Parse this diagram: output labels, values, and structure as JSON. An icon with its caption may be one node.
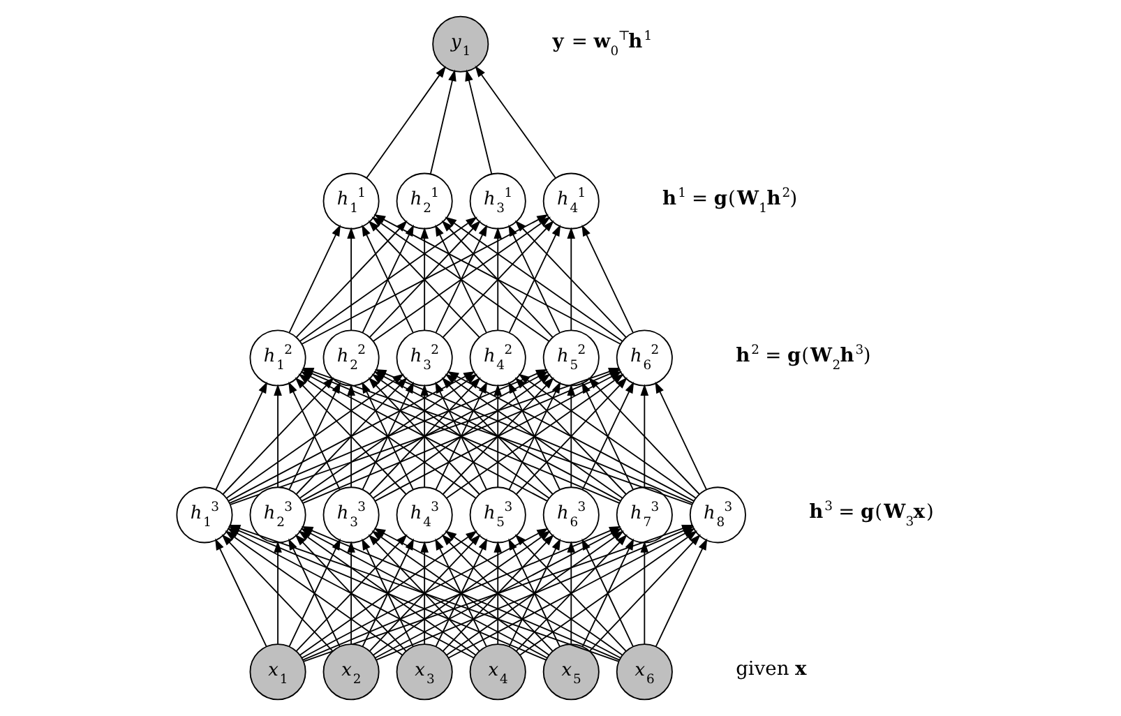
{
  "diagram": {
    "nodes": [
      {
        "text": [
          "y$_{1}$"
        ]
      },
      {
        "text": [
          "h$_{1}$$^{1}$"
        ]
      },
      {
        "text": [
          "h$_{2}$$^{1}$"
        ]
      },
      {
        "text": [
          "h$_{3}$$^{1}$"
        ]
      },
      {
        "text": [
          "h$_{4}$$^{1}$"
        ]
      },
      {
        "text": [
          "h$_{1}$$^{2}$"
        ]
      },
      {
        "text": [
          "h$_{2}$$^{2}$"
        ]
      },
      {
        "text": [
          "h$_{3}$$^{2}$"
        ]
      },
      {
        "text": [
          "h$_{4}$$^{2}$"
        ]
      },
      {
        "text": [
          "h$_{5}$$^{2}$"
        ]
      },
      {
        "text": [
          "h$_{6}$$^{2}$"
        ]
      },
      {
        "text": [
          "h$_{1}$$^{3}$"
        ]
      },
      {
        "text": [
          "h$_{2}$$^{3}$"
        ]
      },
      {
        "text": [
          "h$_{3}$$^{3}$"
        ]
      },
      {
        "text": [
          "h$_{4}$$^{3}$"
        ]
      },
      {
        "text": [
          "h$_{5}$$^{3}$"
        ]
      },
      {
        "text": [
          "h$_{6}$$^{3}$"
        ]
      },
      {
        "text": [
          "h$_{7}$$^{3}$"
        ]
      },
      {
        "text": [
          "h$_{8}$$^{3}$"
        ]
      },
      {
        "text": [
          "x$_{1}$"
        ]
      },
      {
        "text": [
          "x$_{2}$"
        ]
      },
      {
        "text": [
          "x$_{3}$"
        ]
      },
      {
        "text": [
          "x$_{4}$"
        ]
      },
      {
        "text": [
          "x$_{5}$"
        ]
      },
      {
        "text": [
          "x$_{6}$"
        ]
      }
    ],
    "edges": [
      {
        "from": 19,
        "to": 11,
        "arrow": "to"
      },
      {
        "from": 19,
        "to": 12,
        "arrow": "to"
      },
      {
        "from": 19,
        "to": 13,
        "arrow": "to"
      },
      {
        "from": 19,
        "to": 14,
        "arrow": "to"
      },
      {
        "from": 19,
        "to": 15,
        "arrow": "to"
      },
      {
        "from": 19,
        "to": 16,
        "arrow": "to"
      },
      {
        "from": 19,
        "to": 17,
        "arrow": "to"
      },
      {
        "from": 19,
        "to": 18,
        "arrow": "to"
      },
      {
        "from": 20,
        "to": 11,
        "arrow": "to"
      },
      {
        "from": 20,
        "to": 12,
        "arrow": "to"
      },
      {
        "from": 20,
        "to": 13,
        "arrow": "to"
      },
      {
        "from": 20,
        "to": 14,
        "arrow": "to"
      },
      {
        "from": 20,
        "to": 15,
        "arrow": "to"
      },
      {
        "from": 20,
        "to": 16,
        "arrow": "to"
      },
      {
        "from": 20,
        "to": 17,
        "arrow": "to"
      },
      {
        "from": 20,
        "to": 18,
        "arrow": "to"
      },
      {
        "from": 21,
        "to": 11,
        "arrow": "to"
      },
      {
        "from": 21,
        "to": 12,
        "arrow": "to"
      },
      {
        "from": 21,
        "to": 13,
        "arrow": "to"
      },
      {
        "from": 21,
        "to": 14,
        "arrow": "to"
      },
      {
        "from": 21,
        "to": 15,
        "arrow": "to"
      },
      {
        "from": 21,
        "to": 16,
        "arrow": "to"
      },
      {
        "from": 21,
        "to": 17,
        "arrow": "to"
      },
      {
        "from": 21,
        "to": 18,
        "arrow": "to"
      },
      {
        "from": 22,
        "to": 11,
        "arrow": "to"
      },
      {
        "from": 22,
        "to": 12,
        "arrow": "to"
      },
      {
        "from": 22,
        "to": 13,
        "arrow": "to"
      },
      {
        "from": 22,
        "to": 14,
        "arrow": "to"
      },
      {
        "from": 22,
        "to": 15,
        "arrow": "to"
      },
      {
        "from": 22,
        "to": 16,
        "arrow": "to"
      },
      {
        "from": 22,
        "to": 17,
        "arrow": "to"
      },
      {
        "from": 22,
        "to": 18,
        "arrow": "to"
      },
      {
        "from": 23,
        "to": 11,
        "arrow": "to"
      },
      {
        "from": 23,
        "to": 12,
        "arrow": "to"
      },
      {
        "from": 23,
        "to": 13,
        "arrow": "to"
      },
      {
        "from": 23,
        "to": 14,
        "arrow": "to"
      },
      {
        "from": 23,
        "to": 15,
        "arrow": "to"
      },
      {
        "from": 23,
        "to": 16,
        "arrow": "to"
      },
      {
        "from": 23,
        "to": 17,
        "arrow": "to"
      },
      {
        "from": 23,
        "to": 18,
        "arrow": "to"
      },
      {
        "from": 24,
        "to": 11,
        "arrow": "to"
      },
      {
        "from": 24,
        "to": 12,
        "arrow": "to"
      },
      {
        "from": 24,
        "to": 13,
        "arrow": "to"
      },
      {
        "from": 24,
        "to": 14,
        "arrow": "to"
      },
      {
        "from": 24,
        "to": 15,
        "arrow": "to"
      },
      {
        "from": 24,
        "to": 16,
        "arrow": "to"
      },
      {
        "from": 24,
        "to": 17,
        "arrow": "to"
      },
      {
        "from": 24,
        "to": 18,
        "arrow": "to"
      },
      {
        "from": 11,
        "to": 5,
        "arrow": "to"
      },
      {
        "from": 11,
        "to": 6,
        "arrow": "to"
      },
      {
        "from": 11,
        "to": 7,
        "arrow": "to"
      },
      {
        "from": 11,
        "to": 8,
        "arrow": "to"
      },
      {
        "from": 11,
        "to": 9,
        "arrow": "to"
      },
      {
        "from": 11,
        "to": 10,
        "arrow": "to"
      },
      {
        "from": 12,
        "to": 5,
        "arrow": "to"
      },
      {
        "from": 12,
        "to": 6,
        "arrow": "to"
      },
      {
        "from": 12,
        "to": 7,
        "arrow": "to"
      },
      {
        "from": 12,
        "to": 8,
        "arrow": "to"
      },
      {
        "from": 12,
        "to": 9,
        "arrow": "to"
      },
      {
        "from": 12,
        "to": 10,
        "arrow": "to"
      },
      {
        "from": 13,
        "to": 5,
        "arrow": "to"
      },
      {
        "from": 13,
        "to": 6,
        "arrow": "to"
      },
      {
        "from": 13,
        "to": 7,
        "arrow": "to"
      },
      {
        "from": 13,
        "to": 8,
        "arrow": "to"
      },
      {
        "from": 13,
        "to": 9,
        "arrow": "to"
      },
      {
        "from": 13,
        "to": 10,
        "arrow": "to"
      },
      {
        "from": 14,
        "to": 5,
        "arrow": "to"
      },
      {
        "from": 14,
        "to": 6,
        "arrow": "to"
      },
      {
        "from": 14,
        "to": 7,
        "arrow": "to"
      },
      {
        "from": 14,
        "to": 8,
        "arrow": "to"
      },
      {
        "from": 14,
        "to": 9,
        "arrow": "to"
      },
      {
        "from": 14,
        "to": 10,
        "arrow": "to"
      },
      {
        "from": 15,
        "to": 5,
        "arrow": "to"
      },
      {
        "from": 15,
        "to": 6,
        "arrow": "to"
      },
      {
        "from": 15,
        "to": 7,
        "arrow": "to"
      },
      {
        "from": 15,
        "to": 8,
        "arrow": "to"
      },
      {
        "from": 15,
        "to": 9,
        "arrow": "to"
      },
      {
        "from": 15,
        "to": 10,
        "arrow": "to"
      },
      {
        "from": 16,
        "to": 5,
        "arrow": "to"
      },
      {
        "from": 16,
        "to": 6,
        "arrow": "to"
      },
      {
        "from": 16,
        "to": 7,
        "arrow": "to"
      },
      {
        "from": 16,
        "to": 8,
        "arrow": "to"
      },
      {
        "from": 16,
        "to": 9,
        "arrow": "to"
      },
      {
        "from": 16,
        "to": 10,
        "arrow": "to"
      },
      {
        "from": 17,
        "to": 5,
        "arrow": "to"
      },
      {
        "from": 17,
        "to": 6,
        "arrow": "to"
      },
      {
        "from": 17,
        "to": 7,
        "arrow": "to"
      },
      {
        "from": 17,
        "to": 8,
        "arrow": "to"
      },
      {
        "from": 17,
        "to": 9,
        "arrow": "to"
      },
      {
        "from": 17,
        "to": 10,
        "arrow": "to"
      },
      {
        "from": 18,
        "to": 5,
        "arrow": "to"
      },
      {
        "from": 18,
        "to": 6,
        "arrow": "to"
      },
      {
        "from": 18,
        "to": 7,
        "arrow": "to"
      },
      {
        "from": 18,
        "to": 8,
        "arrow": "to"
      },
      {
        "from": 18,
        "to": 9,
        "arrow": "to"
      },
      {
        "from": 18,
        "to": 10,
        "arrow": "to"
      },
      {
        "from": 5,
        "to": 1,
        "arrow": "to"
      },
      {
        "from": 5,
        "to": 2,
        "arrow": "to"
      },
      {
        "from": 5,
        "to": 3,
        "arrow": "to"
      },
      {
        "from": 5,
        "to": 4,
        "arrow": "to"
      },
      {
        "from": 6,
        "to": 1,
        "arrow": "to"
      },
      {
        "from": 6,
        "to": 2,
        "arrow": "to"
      },
      {
        "from": 6,
        "to": 3,
        "arrow": "to"
      },
      {
        "from": 6,
        "to": 4,
        "arrow": "to"
      },
      {
        "from": 7,
        "to": 1,
        "arrow": "to"
      },
      {
        "from": 7,
        "to": 2,
        "arrow": "to"
      },
      {
        "from": 7,
        "to": 3,
        "arrow": "to"
      },
      {
        "from": 7,
        "to": 4,
        "arrow": "to"
      },
      {
        "from": 8,
        "to": 1,
        "arrow": "to"
      },
      {
        "from": 8,
        "to": 2,
        "arrow": "to"
      },
      {
        "from": 8,
        "to": 3,
        "arrow": "to"
      },
      {
        "from": 8,
        "to": 4,
        "arrow": "to"
      },
      {
        "from": 9,
        "to": 1,
        "arrow": "to"
      },
      {
        "from": 9,
        "to": 2,
        "arrow": "to"
      },
      {
        "from": 9,
        "to": 3,
        "arrow": "to"
      },
      {
        "from": 9,
        "to": 4,
        "arrow": "to"
      },
      {
        "from": 10,
        "to": 1,
        "arrow": "to"
      },
      {
        "from": 10,
        "to": 2,
        "arrow": "to"
      },
      {
        "from": 10,
        "to": 3,
        "arrow": "to"
      },
      {
        "from": 10,
        "to": 4,
        "arrow": "to"
      },
      {
        "from": 1,
        "to": 0,
        "arrow": "to"
      },
      {
        "from": 2,
        "to": 0,
        "arrow": "to"
      },
      {
        "from": 3,
        "to": 0,
        "arrow": "to"
      },
      {
        "from": 4,
        "to": 0,
        "arrow": "to"
      }
    ],
    "labels": [
      "**y** = **w**$_{0}$$^{⊤}$**h**$^{1}$",
      "**h**$^{1}$ = **g**(**W**$_{1}$**h**$^{2}$)",
      "**h**$^{2}$ = **g**(**W**$_{2}$**h**$^{3}$)",
      "**h**$^{3}$ = **g**(**W**$_{3}$**x**)",
      "given **x**"
    ]
  }
}
